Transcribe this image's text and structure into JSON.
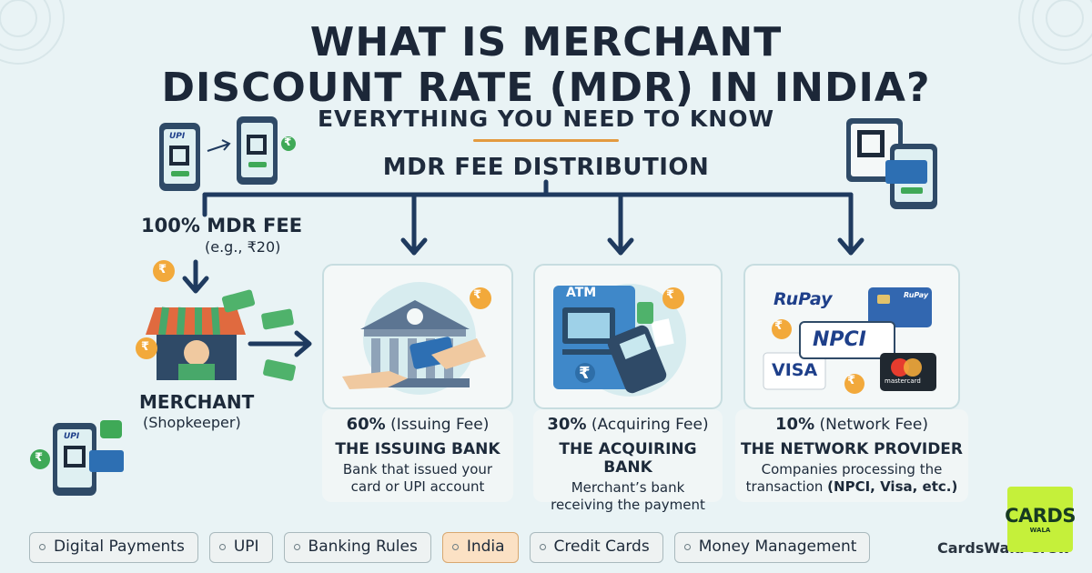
{
  "header": {
    "title_line1": "WHAT IS MERCHANT",
    "title_line2": "DISCOUNT RATE (MDR) IN INDIA?",
    "subtitle": "EVERYTHING YOU NEED TO KNOW",
    "section_title": "MDR FEE DISTRIBUTION"
  },
  "merchant": {
    "fee_label": "100% MDR FEE",
    "fee_example": "(e.g., ₹20)",
    "name": "MERCHANT",
    "sub": "(Shopkeeper)"
  },
  "phones": {
    "upi_label": "UPI"
  },
  "cards": [
    {
      "pct": "60%",
      "fee_type": "(Issuing Fee)",
      "name": "THE ISSUING BANK",
      "desc_line1": "Bank that issued your",
      "desc_line2": "card or UPI account"
    },
    {
      "pct": "30%",
      "fee_type": "(Acquiring Fee)",
      "name": "THE ACQUIRING BANK",
      "desc_line1": "Merchant’s bank",
      "desc_line2": "receiving the payment",
      "atm_label": "ATM"
    },
    {
      "pct": "10%",
      "fee_type": "(Network Fee)",
      "name": "THE NETWORK PROVIDER",
      "desc_line1": "Companies processing the",
      "desc_line2_plain": "transaction ",
      "desc_line2_bold": "(NPCI, Visa, etc.)",
      "logos": {
        "rupay": "RuPay",
        "npci": "NPCI",
        "visa": "VISA",
        "mastercard": "mastercard",
        "card_rupay": "RuPay"
      }
    }
  ],
  "tags": [
    {
      "label": "Digital Payments",
      "active": false
    },
    {
      "label": "UPI",
      "active": false
    },
    {
      "label": "Banking Rules",
      "active": false
    },
    {
      "label": "India",
      "active": true
    },
    {
      "label": "Credit Cards",
      "active": false
    },
    {
      "label": "Money Management",
      "active": false
    }
  ],
  "brand": {
    "site": "CardsWala Crew",
    "logo_text": "CARDS",
    "logo_sub": "WALA"
  },
  "colors": {
    "background": "#e9f3f5",
    "accent_orange": "#e39a3f",
    "arrow_navy": "#1f3a5f",
    "tag_active": "#fbe1c4",
    "logo_green": "#c5f03a"
  },
  "icons": {
    "rupee": "₹"
  }
}
